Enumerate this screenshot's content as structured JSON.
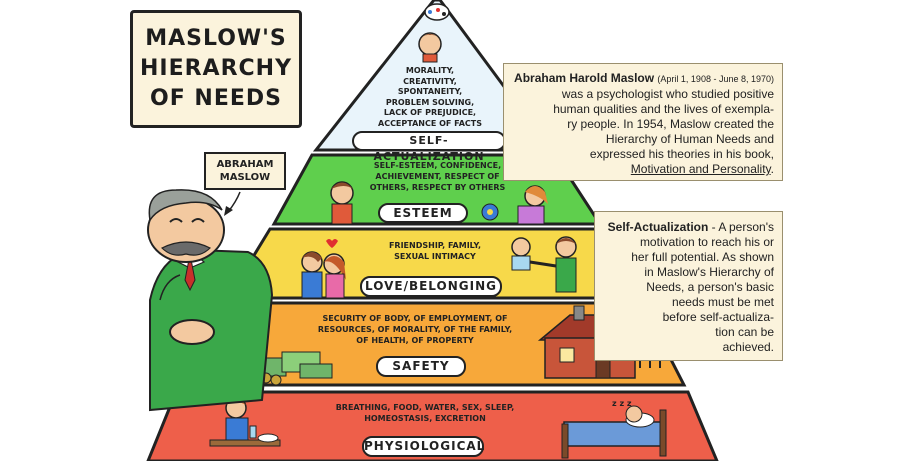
{
  "title": {
    "line1": "MASLOW'S",
    "line2": "HIERARCHY",
    "line3": "OF NEEDS"
  },
  "name_tag": {
    "line1": "ABRAHAM",
    "line2": "MASLOW"
  },
  "layers": {
    "self_actualization": {
      "lines": [
        "MORALITY,",
        "CREATIVITY,",
        "SPONTANEITY,",
        "PROBLEM SOLVING,",
        "LACK OF PREJUDICE,",
        "ACCEPTANCE OF FACTS"
      ],
      "label": "SELF-ACTUALIZATION",
      "color": "#e9f4fb"
    },
    "esteem": {
      "lines": [
        "SELF-ESTEEM, CONFIDENCE,",
        "ACHIEVEMENT, RESPECT OF",
        "OTHERS, RESPECT BY OTHERS"
      ],
      "label": "ESTEEM",
      "color": "#5fcf4d"
    },
    "love": {
      "lines": [
        "FRIENDSHIP, FAMILY,",
        "SEXUAL INTIMACY"
      ],
      "label": "LOVE/BELONGING",
      "color": "#f7d94a"
    },
    "safety": {
      "lines": [
        "SECURITY OF BODY, OF EMPLOYMENT, OF",
        "RESOURCES, OF MORALITY, OF THE FAMILY,",
        "OF HEALTH, OF PROPERTY"
      ],
      "label": "SAFETY",
      "color": "#f7a83a"
    },
    "physiological": {
      "lines": [
        "BREATHING, FOOD, WATER, SEX, SLEEP,",
        "HOMEOSTASIS, EXCRETION"
      ],
      "label": "PHYSIOLOGICAL",
      "color": "#ee5f4a"
    }
  },
  "info_bio": {
    "name": "Abraham Harold Maslow",
    "dates": "(April 1, 1908 - June 8, 1970)",
    "line1": "was a psychologist who studied positive",
    "line2": "human qualities and the lives of exempla-",
    "line3": "ry people. In 1954, Maslow created the",
    "line4": "Hierarchy of Human Needs and",
    "line5": "expressed his theories in his book,",
    "book": "Motivation and Personality",
    "book_end": "."
  },
  "info_self": {
    "term": "Self-Actualization",
    "line1_rest": " - A person's",
    "line2": "motivation to reach his or",
    "line3": "her full potential. As shown",
    "line4": "in Maslow's Hierarchy of",
    "line5": "Needs, a person's basic",
    "line6": "needs must be met",
    "line7": "before self-actualiza-",
    "line8": "tion can be",
    "line9": "achieved."
  }
}
